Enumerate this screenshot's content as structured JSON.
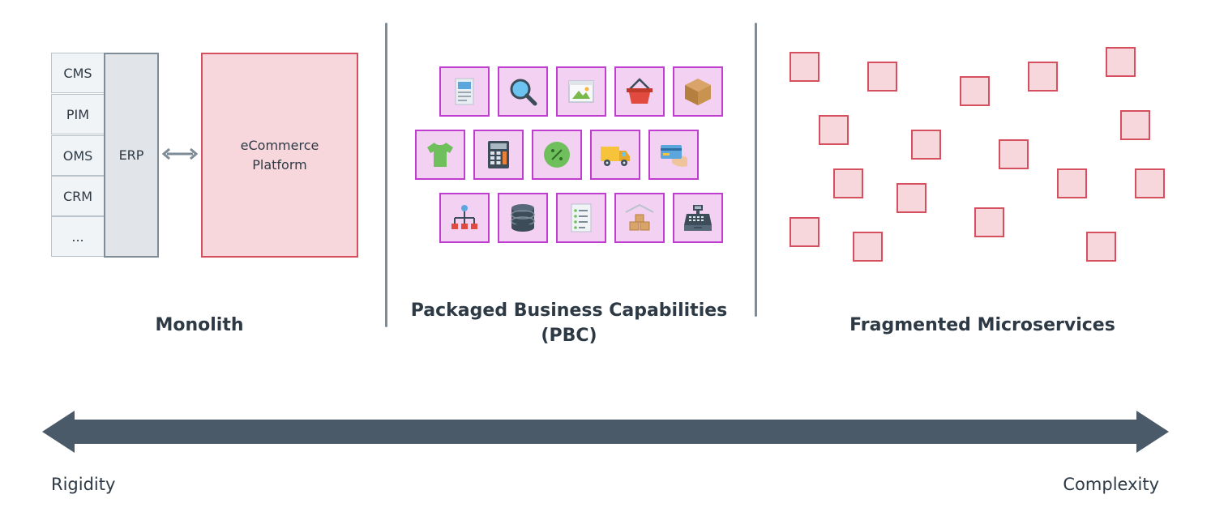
{
  "monolith": {
    "stack": [
      "CMS",
      "PIM",
      "OMS",
      "CRM",
      "..."
    ],
    "erp_label": "ERP",
    "platform_lines": [
      "eCommerce",
      "Platform"
    ],
    "title": "Monolith"
  },
  "pbc": {
    "title_lines": [
      "Packaged Business Capabilities",
      "(PBC)"
    ],
    "tiles": [
      [
        "document-icon",
        "search-icon",
        "image-icon",
        "basket-icon",
        "package-icon"
      ],
      [
        "tshirt-icon",
        "calculator-icon",
        "discount-icon",
        "delivery-truck-icon",
        "payment-card-icon"
      ],
      [
        "org-chart-icon",
        "database-icon",
        "checklist-icon",
        "warehouse-icon",
        "cash-register-icon"
      ]
    ]
  },
  "microservices": {
    "title": "Fragmented Microservices"
  },
  "scale": {
    "left_label": "Rigidity",
    "right_label": "Complexity"
  },
  "colors": {
    "text": "#2d3a45",
    "gray_border": "#7e8c97",
    "red_border": "#d5505e",
    "red_fill": "#f7d7dc",
    "purple_border": "#c03ecf",
    "purple_fill": "#f2d1f2",
    "arrow": "#4a5a68"
  }
}
